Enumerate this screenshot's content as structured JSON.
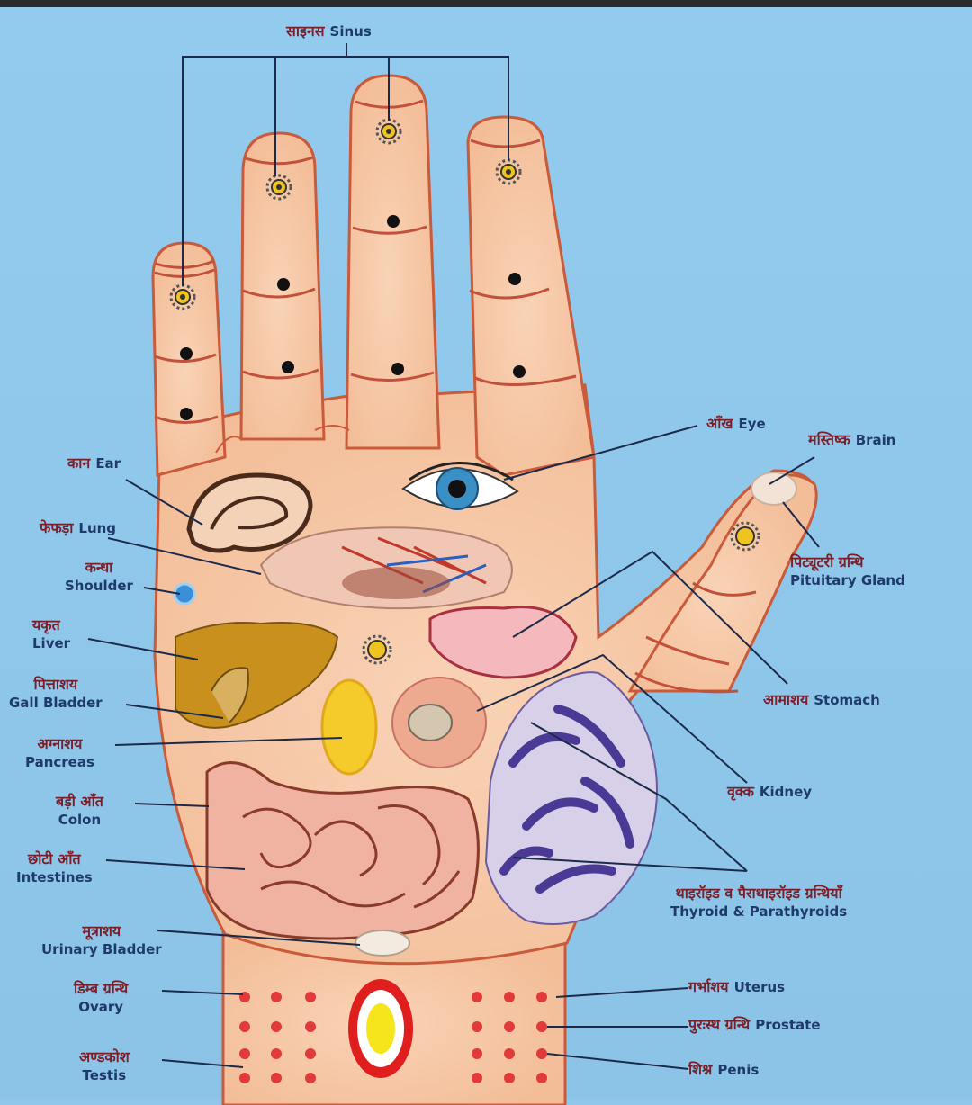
{
  "labels": {
    "sinus": {
      "hi": "साइनस",
      "en": "Sinus"
    },
    "eye": {
      "hi": "आँख",
      "en": "Eye"
    },
    "brain": {
      "hi": "मस्तिष्क",
      "en": "Brain"
    },
    "ear": {
      "hi": "कान",
      "en": "Ear"
    },
    "lung": {
      "hi": "फेफड़ा",
      "en": "Lung"
    },
    "shoulder": {
      "hi": "कन्धा",
      "en": "Shoulder"
    },
    "pituitary": {
      "hi": "पिट्यूटरी ग्रन्थि",
      "en": "Pituitary Gland"
    },
    "liver": {
      "hi": "यकृत",
      "en": "Liver"
    },
    "gall_bladder": {
      "hi": "पित्ताशय",
      "en": "Gall Bladder"
    },
    "stomach": {
      "hi": "आमाशय",
      "en": "Stomach"
    },
    "pancreas": {
      "hi": "अग्नाशय",
      "en": "Pancreas"
    },
    "kidney": {
      "hi": "वृक्क",
      "en": "Kidney"
    },
    "colon": {
      "hi": "बड़ी आँत",
      "en": "Colon"
    },
    "intestines": {
      "hi": "छोटी आँत",
      "en": "Intestines"
    },
    "thyroid": {
      "hi": "थाइरॉइड व पैराथाइरॉइड ग्रन्थियाँ",
      "en": "Thyroid & Parathyroids"
    },
    "urinary_bladder": {
      "hi": "मूत्राशय",
      "en": "Urinary Bladder"
    },
    "ovary": {
      "hi": "डिम्ब ग्रन्थि",
      "en": "Ovary"
    },
    "uterus": {
      "hi": "गर्भाशय",
      "en": "Uterus"
    },
    "prostate": {
      "hi": "पुरःस्थ ग्रन्थि",
      "en": "Prostate"
    },
    "testis": {
      "hi": "अण्डकोश",
      "en": "Testis"
    },
    "penis": {
      "hi": "शिश्न",
      "en": "Penis"
    }
  },
  "colors": {
    "background": "#8fc6ea",
    "skin": "#f5c7a6",
    "outline": "#c95a3a",
    "label_english": "#1f3a6a",
    "label_hindi": "#7a1f2a",
    "leader_line": "#1b2a4a"
  }
}
